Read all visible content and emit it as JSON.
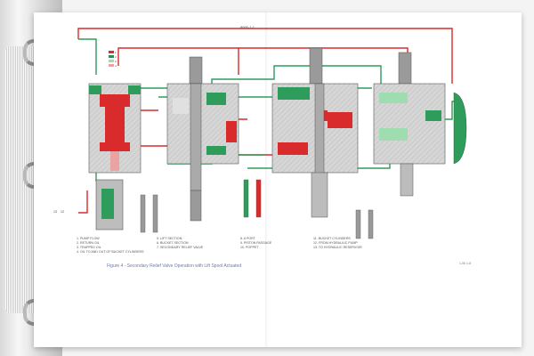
{
  "document": {
    "page_id": "8000-1-1",
    "figure_caption": "Figure 4 - Secondary Relief Valve Operation with Lift Spool Actuated",
    "figure_ref": "1-06 1-8",
    "legend_columns": [
      [
        "1. PUMP FLOW",
        "2. RETURN OIL",
        "3. TRAPPED OIL",
        "4. OIL TO AND OUT OF BUCKET CYLINDERS"
      ],
      [
        "5. LIFT SECTION",
        "6. BUCKET SECTION",
        "7. SECONDARY RELIEF VALVE"
      ],
      [
        "8. A PORT",
        "9. PISTON PASSAGE",
        "10. POPPET"
      ],
      [
        "11. BUCKET CYLINDERS",
        "12. FROM HYDRAULIC PUMP",
        "13. TO HYDRAULIC RESERVOIR"
      ]
    ],
    "color_key": [
      {
        "label": "1",
        "color": "#d92b2b"
      },
      {
        "label": "2",
        "color": "#2e8b57"
      },
      {
        "label": "3",
        "color": "#9fdcb0"
      },
      {
        "label": "4",
        "color": "#e9a3a3"
      }
    ],
    "part_numbers": [
      "13",
      "12"
    ]
  },
  "colors": {
    "pressure": "#d92b2b",
    "return": "#2e9d5b",
    "light_green": "#9fdcb0",
    "metal": "#7d7d7d",
    "caption": "#6a7bb0"
  }
}
